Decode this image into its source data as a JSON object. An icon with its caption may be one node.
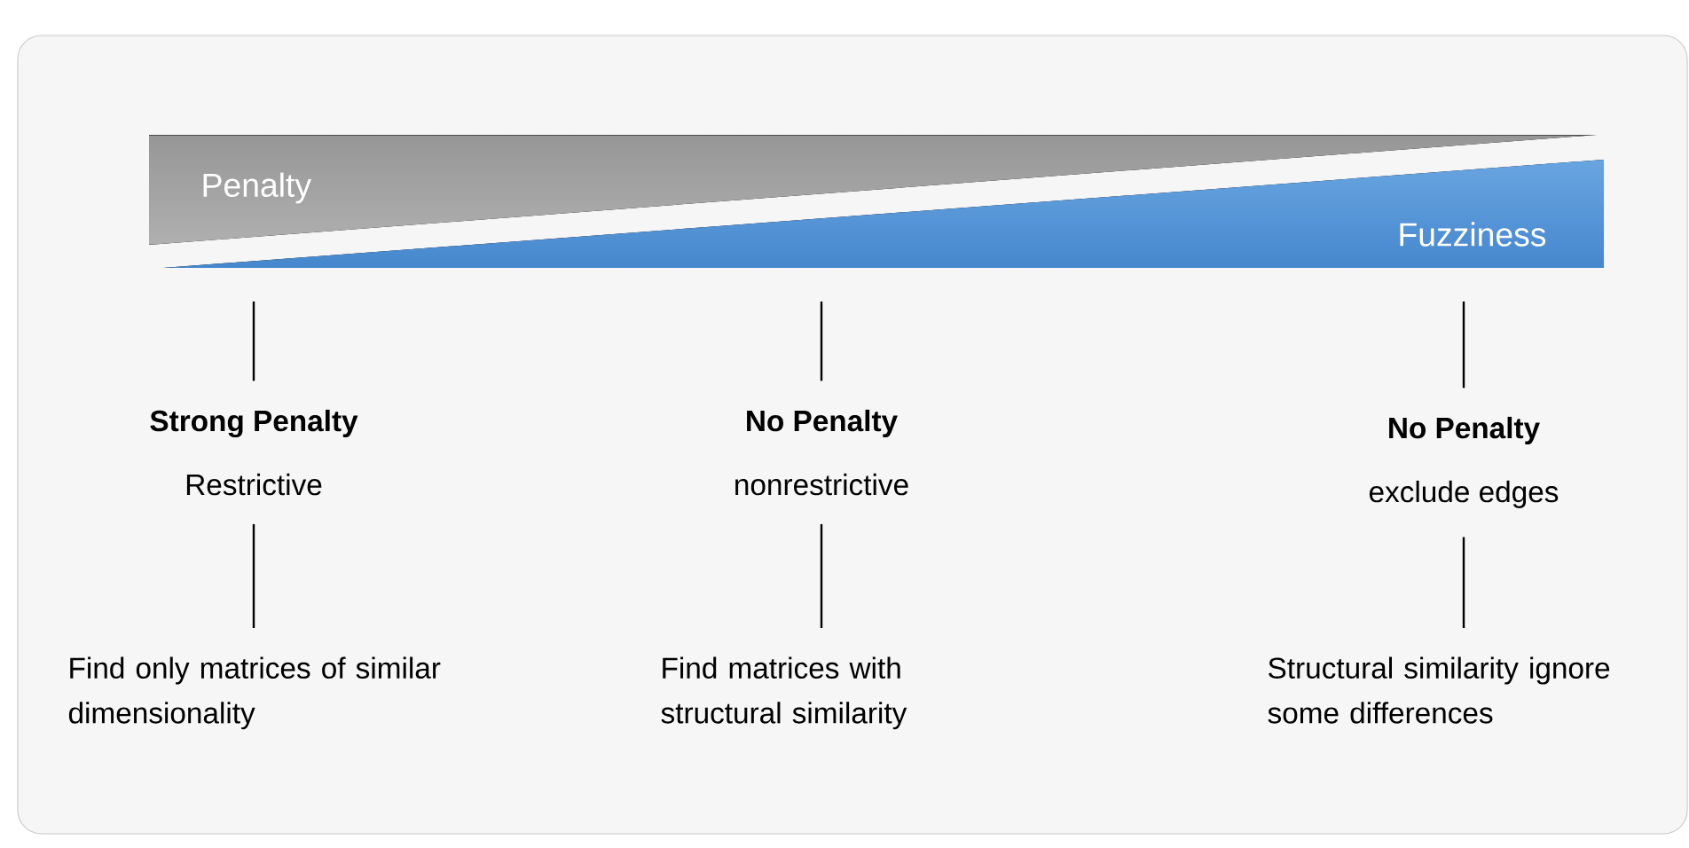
{
  "diagram": {
    "nodes": [
      {
        "text": [
          "Penalty"
        ]
      },
      {
        "text": [
          "Fuzziness"
        ]
      },
      {
        "text": [
          "Strong Penalty",
          "Restrictive"
        ]
      },
      {
        "text": [
          "Find only matrices of similar dimensionality"
        ]
      },
      {
        "text": [
          "No Penalty",
          "nonrestrictive"
        ]
      },
      {
        "text": [
          "Find matrices with structural similarity"
        ]
      },
      {
        "text": [
          "No Penalty",
          "exclude edges"
        ]
      },
      {
        "text": [
          "Structural similarity ignore some differences"
        ]
      }
    ],
    "edges": [
      {
        "from": 1,
        "to": 2,
        "arrow": "none"
      },
      {
        "from": 2,
        "to": 3,
        "arrow": "none"
      },
      {
        "from": 1,
        "to": 4,
        "arrow": "none"
      },
      {
        "from": 4,
        "to": 5,
        "arrow": "none"
      },
      {
        "from": 1,
        "to": 6,
        "arrow": "none"
      },
      {
        "from": 6,
        "to": 7,
        "arrow": "none"
      }
    ]
  }
}
